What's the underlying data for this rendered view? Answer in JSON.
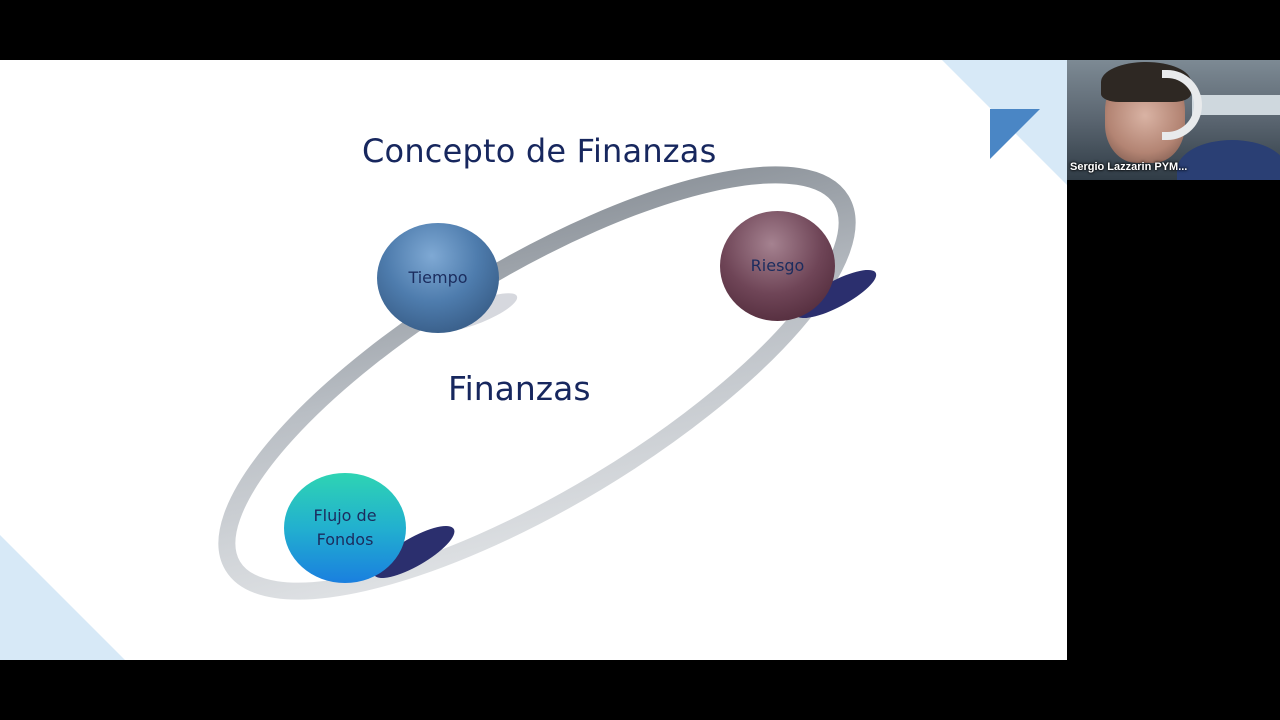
{
  "slide": {
    "title": "Concepto de Finanzas",
    "center_label": "Finanzas",
    "nodes": [
      {
        "label_lines": [
          "Tiempo"
        ]
      },
      {
        "label_lines": [
          "Riesgo"
        ]
      },
      {
        "label_lines": [
          "Flujo de",
          "Fondos"
        ]
      }
    ]
  },
  "video": {
    "participant_name": "Sergio Lazzarin PYM..."
  },
  "colors": {
    "title_text": "#17275e",
    "accent_light_blue": "#d7e9f7",
    "logo_blue": "#4a86c5",
    "node_tiempo": "#4e7cad",
    "node_riesgo": "#6f4557",
    "node_flujo": "#22b0cf",
    "node_shadow": "#2b2f6e"
  },
  "icons": [
    "logo-triangle-icon"
  ]
}
